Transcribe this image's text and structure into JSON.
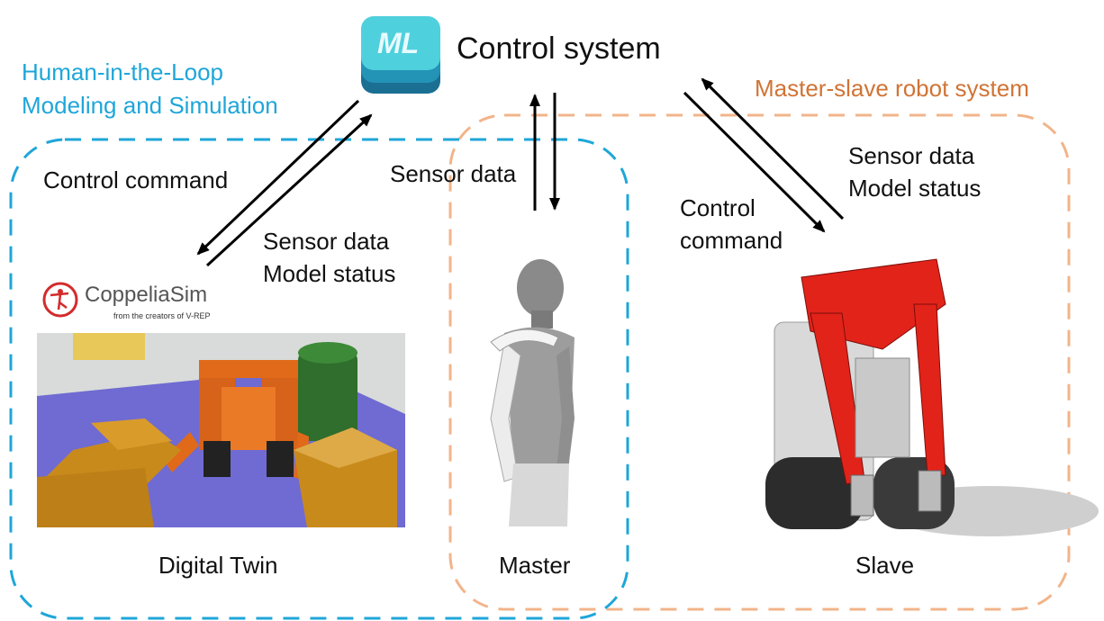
{
  "header": {
    "title": "Control system",
    "logo_text": "ML",
    "logo_icon": "ml-cube-icon"
  },
  "groups": {
    "hitl_line1": "Human-in-the-Loop",
    "hitl_line2": "Modeling and Simulation",
    "master_slave": "Master-slave robot system",
    "hitl_color": "#1fa6d9",
    "master_slave_color": "#f2b48a"
  },
  "links": {
    "dt_control_command": "Control command",
    "dt_sensor_data": "Sensor data",
    "dt_model_status": "Model status",
    "master_sensor_data": "Sensor data",
    "slave_control_line1": "Control",
    "slave_control_line2": "command",
    "slave_sensor_data": "Sensor data",
    "slave_model_status": "Model status"
  },
  "coppelia": {
    "name": "CoppeliaSim",
    "tagline": "from the creators of V-REP",
    "icon": "coppeliasim-dancer-icon"
  },
  "captions": {
    "digital_twin": "Digital Twin",
    "master": "Master",
    "slave": "Slave"
  }
}
